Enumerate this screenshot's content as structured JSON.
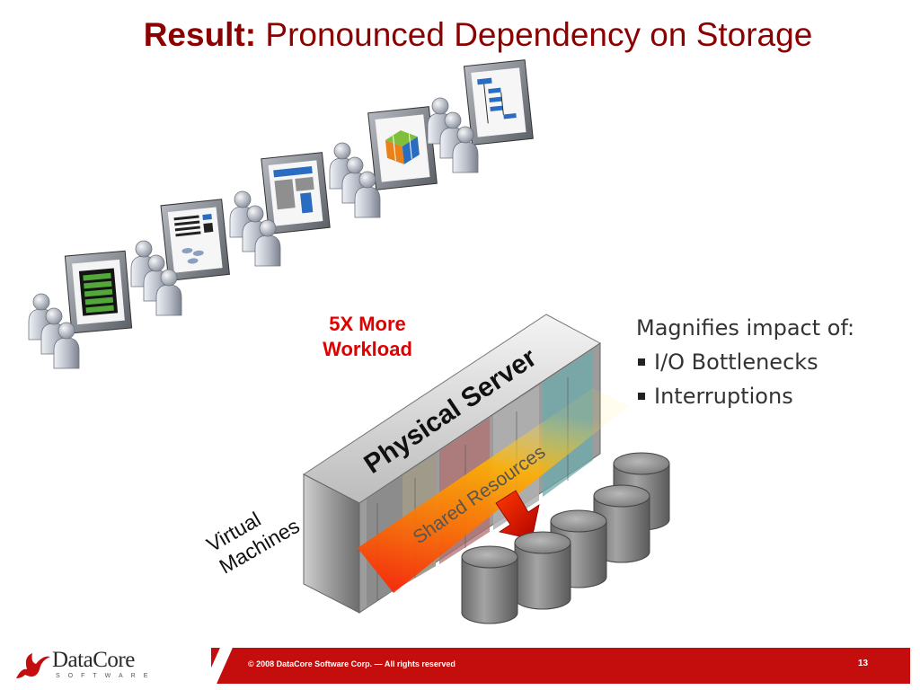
{
  "title": {
    "strong": "Result:",
    "rest": " Pronounced Dependency on Storage"
  },
  "workload": {
    "line1": "5X More",
    "line2": "Workload"
  },
  "impact": {
    "heading": "Magnifies impact of:",
    "bullets": [
      "I/O Bottlenecks",
      "Interruptions"
    ]
  },
  "server": {
    "label": "Physical Server",
    "band_label": "Shared Resources"
  },
  "vm_label": {
    "line1": "Virtual",
    "line2": "Machines"
  },
  "footer": {
    "logo": "DataCore",
    "logo_sub": "SOFTWARE",
    "copyright": "© 2008 DataCore Software Corp. — All rights reserved",
    "page_number": "13"
  },
  "colors": {
    "title": "#8b0000",
    "workload": "#e00000",
    "footer_bar": "#c40d0d",
    "logo_mark": "#c40d0d"
  },
  "icons": {
    "user_group": "user-group-icon",
    "application_window": "application-window-icon",
    "storage_disk": "storage-disk-icon"
  }
}
